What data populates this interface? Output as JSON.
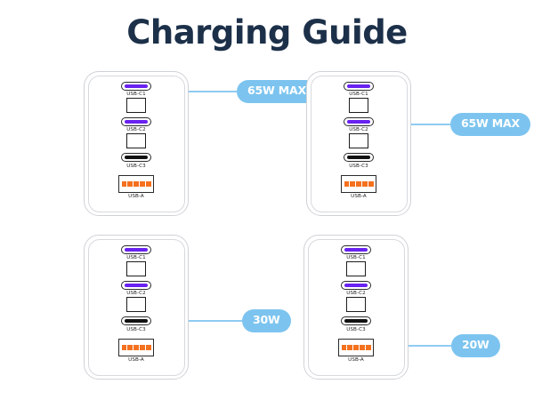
{
  "page": {
    "title": "Charging Guide",
    "title_color": "#1c3049",
    "background": "#ffffff"
  },
  "theme": {
    "badge_bg": "#7cc4ef",
    "badge_text": "#ffffff",
    "leader_line": "#8fcbf2",
    "usb_c_blade_purple": "#6922f0",
    "usb_c_blade_dark": "#111111",
    "usb_a_bar_orange": "#f4711f",
    "port_outline": "#2b2b2b",
    "charger_outline": "#cfd2d6"
  },
  "port_labels": {
    "c1": "USB-C1",
    "c2": "USB-C2",
    "c3": "USB-C3",
    "a": "USB-A"
  },
  "panels": [
    {
      "id": "panel-top-left",
      "highlight_port": "USB-C1",
      "badge": "65W MAX",
      "ports": [
        {
          "name": "USB-C1",
          "type": "usb-c",
          "blade": "purple"
        },
        {
          "name": "USB-C2",
          "type": "usb-c",
          "blade": "purple"
        },
        {
          "name": "USB-C3",
          "type": "usb-c",
          "blade": "dark"
        },
        {
          "name": "USB-A",
          "type": "usb-a",
          "blade": "orange"
        }
      ]
    },
    {
      "id": "panel-top-right",
      "highlight_port": "USB-C2",
      "badge": "65W MAX",
      "ports": [
        {
          "name": "USB-C1",
          "type": "usb-c",
          "blade": "purple"
        },
        {
          "name": "USB-C2",
          "type": "usb-c",
          "blade": "purple"
        },
        {
          "name": "USB-C3",
          "type": "usb-c",
          "blade": "dark"
        },
        {
          "name": "USB-A",
          "type": "usb-a",
          "blade": "orange"
        }
      ]
    },
    {
      "id": "panel-bottom-left",
      "highlight_port": "USB-C3",
      "badge": "30W",
      "ports": [
        {
          "name": "USB-C1",
          "type": "usb-c",
          "blade": "purple"
        },
        {
          "name": "USB-C2",
          "type": "usb-c",
          "blade": "purple"
        },
        {
          "name": "USB-C3",
          "type": "usb-c",
          "blade": "dark"
        },
        {
          "name": "USB-A",
          "type": "usb-a",
          "blade": "orange"
        }
      ]
    },
    {
      "id": "panel-bottom-right",
      "highlight_port": "USB-A",
      "badge": "20W",
      "ports": [
        {
          "name": "USB-C1",
          "type": "usb-c",
          "blade": "purple"
        },
        {
          "name": "USB-C2",
          "type": "usb-c",
          "blade": "purple"
        },
        {
          "name": "USB-C3",
          "type": "usb-c",
          "blade": "dark"
        },
        {
          "name": "USB-A",
          "type": "usb-a",
          "blade": "orange"
        }
      ]
    }
  ]
}
